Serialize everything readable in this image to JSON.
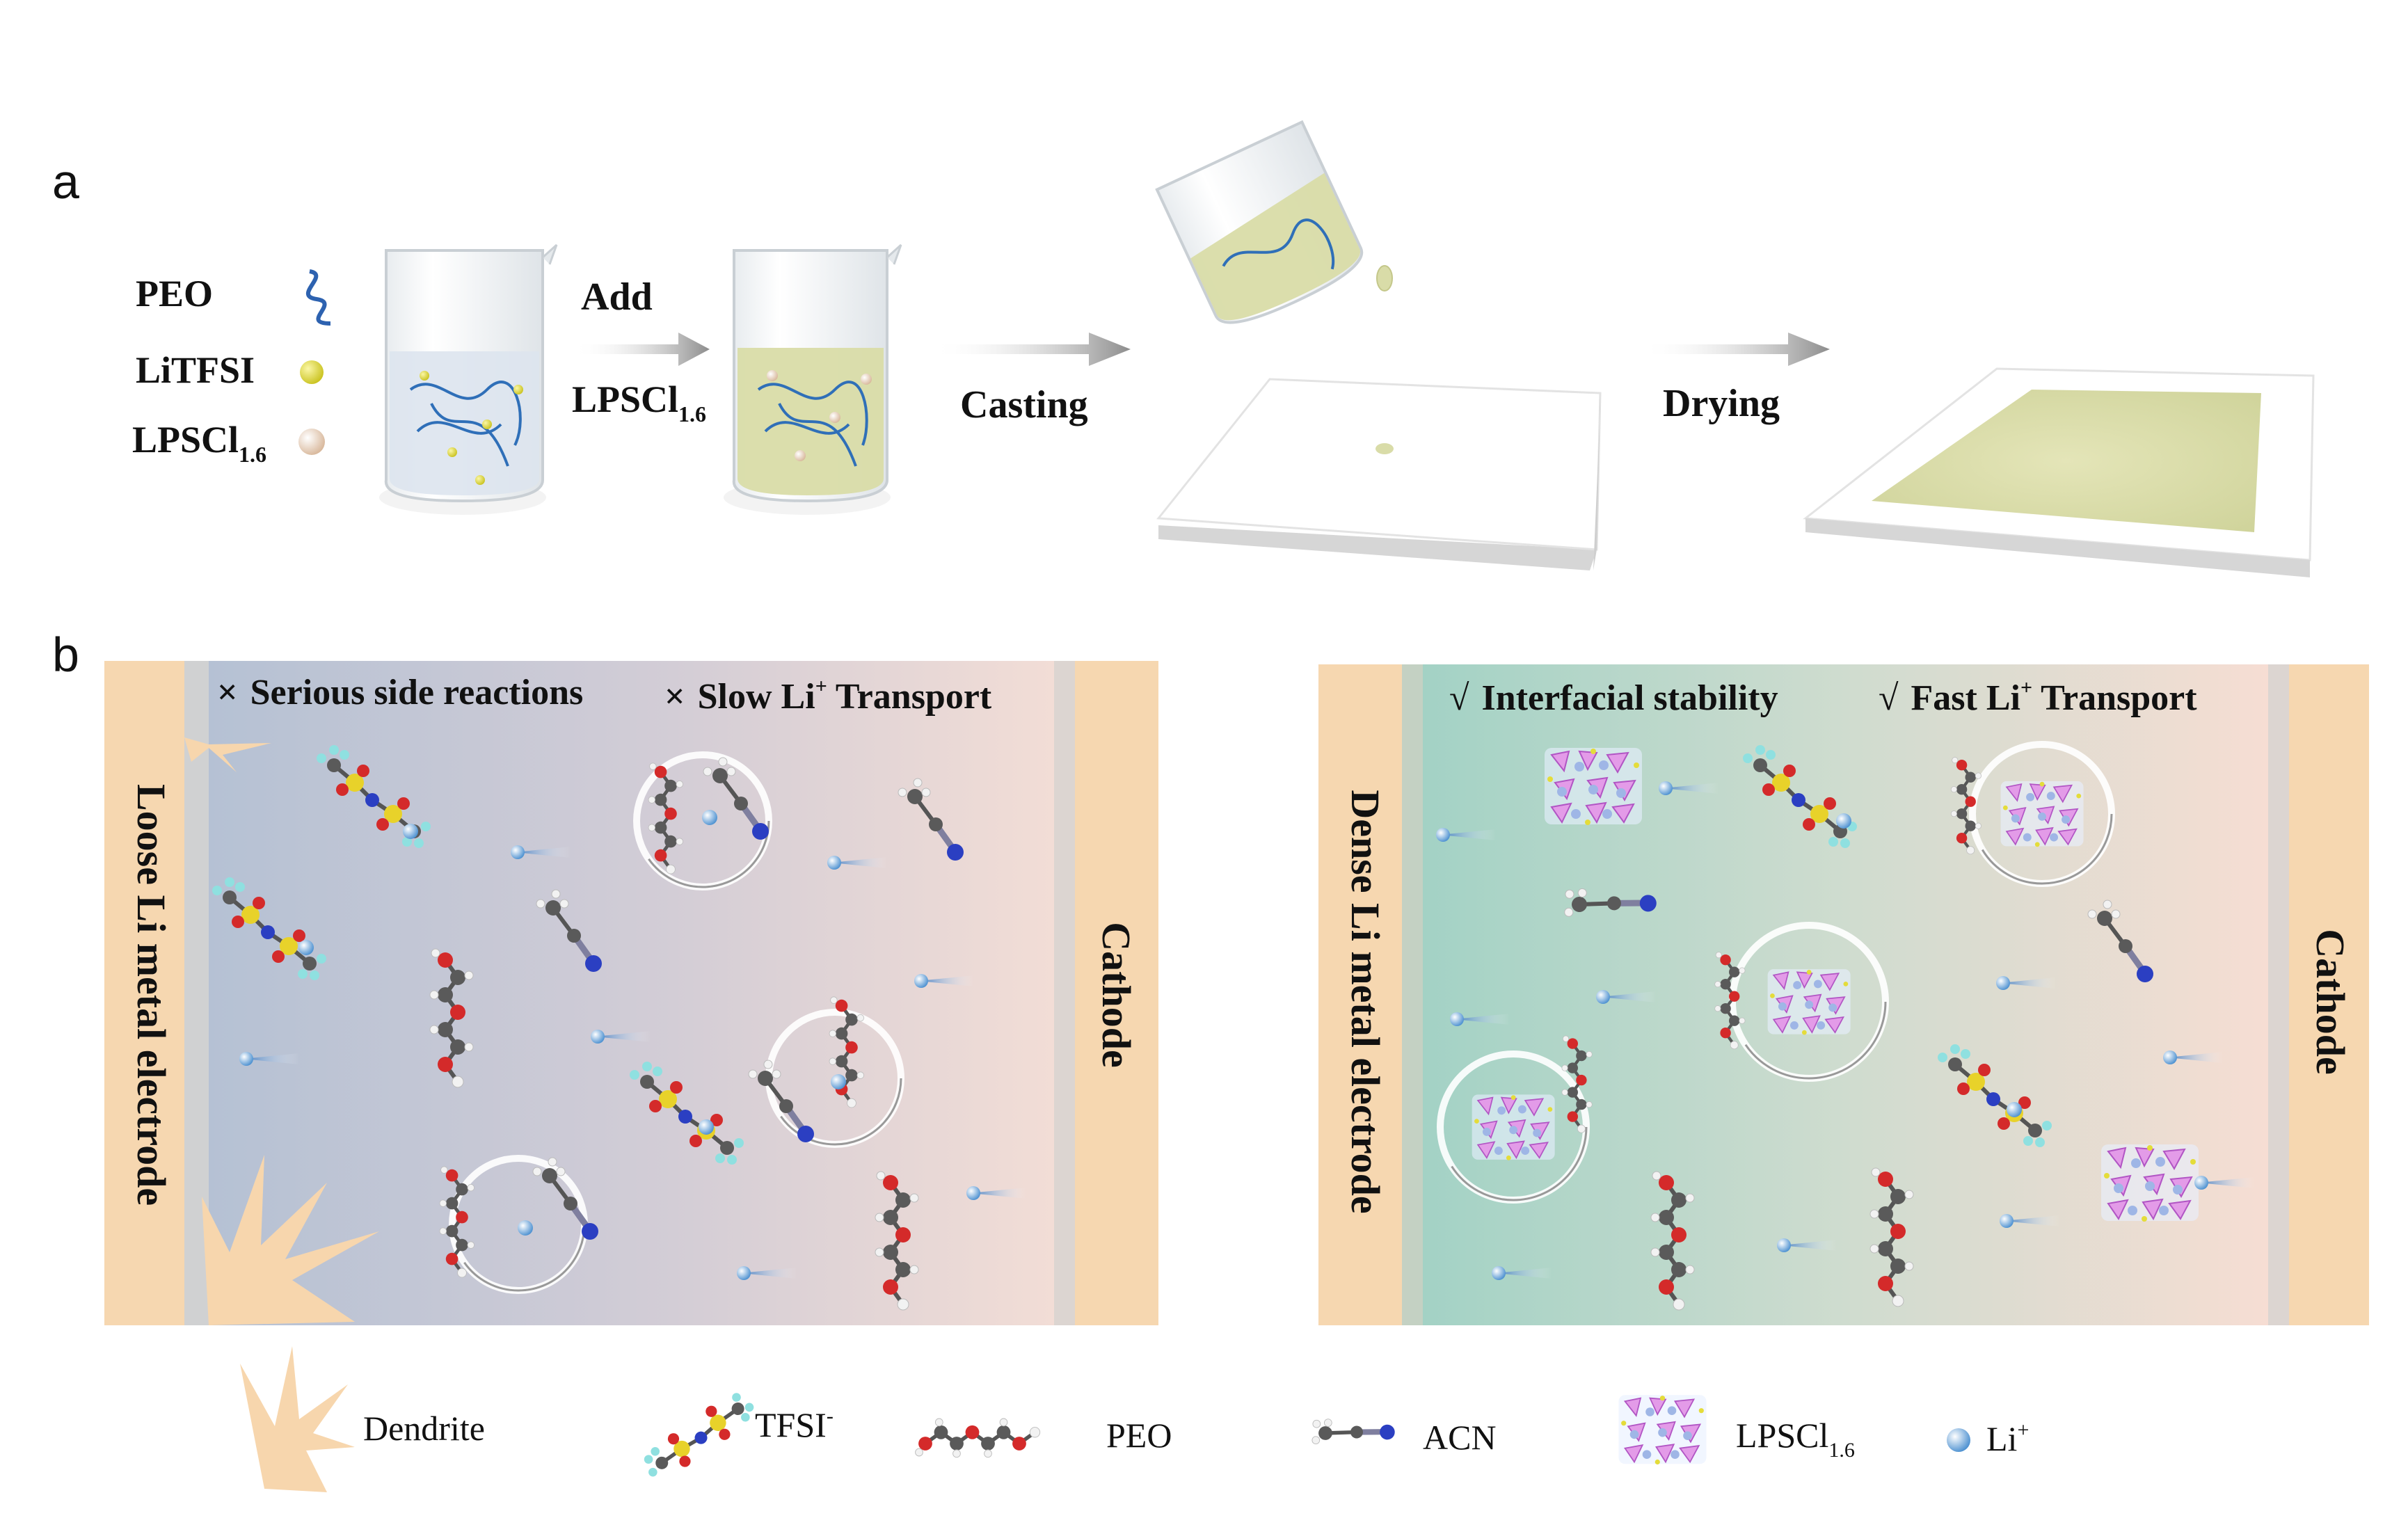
{
  "panel_a": {
    "label": "a",
    "legend": [
      {
        "name": "PEO"
      },
      {
        "name": "LiTFSI"
      },
      {
        "name": "LPSCl",
        "sub": "1.6"
      }
    ],
    "step_add": {
      "top": "Add",
      "bottom": "LPSCl",
      "sub": "1.6"
    },
    "step_casting": "Casting",
    "step_drying": "Drying"
  },
  "panel_b": {
    "label": "b",
    "left": {
      "electrode": "Loose Li metal electrode",
      "cathode": "Cathode",
      "problem1_mark": "×",
      "problem1": "Serious side reactions",
      "problem2_mark": "×",
      "problem2_pre": "Slow Li",
      "problem2_sup": "+",
      "problem2_post": " Transport"
    },
    "right": {
      "electrode": "Dense Li metal electrode",
      "cathode": "Cathode",
      "benefit1_mark": "√",
      "benefit1": "Interfacial stability",
      "benefit2_mark": "√",
      "benefit2_pre": "Fast Li",
      "benefit2_sup": "+",
      "benefit2_post": " Transport"
    }
  },
  "legend_b": [
    {
      "name": "Dendrite"
    },
    {
      "name": "TFSI",
      "sup": "-"
    },
    {
      "name": "PEO"
    },
    {
      "name": "ACN"
    },
    {
      "name": "LPSCl",
      "sub": "1.6"
    },
    {
      "name": "Li",
      "sup": "+"
    }
  ],
  "colors": {
    "electrode_fill": "#f6d7b0",
    "left_gradient_start": "#b7c3d5",
    "left_gradient_end": "#f1dcd6",
    "right_gradient_start": "#a7d3c8",
    "right_gradient_end": "#f5ddd3",
    "dendrite": "#f7d6ad",
    "solution": "#d9dca8"
  }
}
